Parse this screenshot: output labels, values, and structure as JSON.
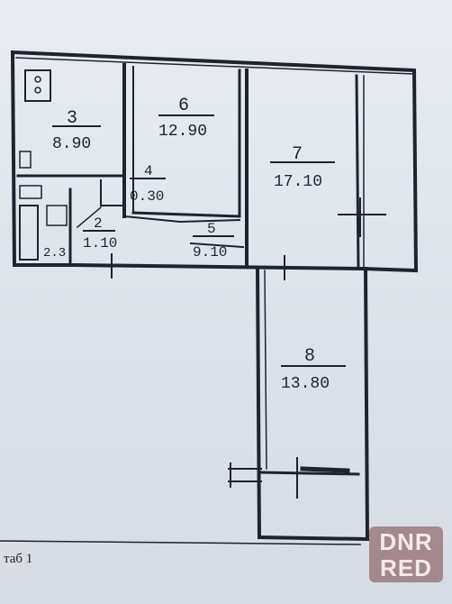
{
  "rooms": [
    {
      "number": "3",
      "area": "8.90"
    },
    {
      "number": "6",
      "area": "12.90"
    },
    {
      "number": "7",
      "area": "17.10"
    },
    {
      "number": "4",
      "area": "0.30"
    },
    {
      "number": "2",
      "area": "1.10"
    },
    {
      "number": "5",
      "area": "9.10"
    },
    {
      "number": "8",
      "area": "13.80"
    },
    {
      "number": "",
      "area": "2.3"
    }
  ],
  "footer": {
    "text": "таб 1"
  },
  "watermark": {
    "line1": "DNR",
    "line2": "RED"
  },
  "colors": {
    "ink": "#1d2430",
    "paper": "#e3e7ee",
    "watermark": "#7a4646"
  }
}
